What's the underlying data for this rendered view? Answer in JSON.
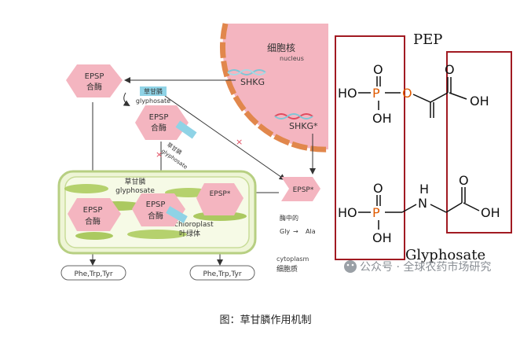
{
  "nucleus": {
    "label_cn": "细胞核",
    "label_en": "nucleus",
    "gene": "SHKG",
    "gene_mut": "SHKG*"
  },
  "enzymes": {
    "epsp": "EPSP",
    "hemei": "合酶",
    "epsp_star": "EPSP*"
  },
  "herbicide": {
    "cn": "草甘膦",
    "en": "glyphosate"
  },
  "chloroplast": {
    "en": "chloroplast",
    "cn": "叶绿体"
  },
  "metabolism": {
    "enzyme_label": "酶中的",
    "from": "Gly",
    "arrow": "→",
    "to": "Ala"
  },
  "cytoplasm": {
    "en": "cytoplasm",
    "cn": "细胞质"
  },
  "products": "Phe,Trp,Tyr",
  "chemistry": {
    "pep_title": "PEP",
    "glyphosate_title": "Glyphosate",
    "atoms": {
      "HO": "HO",
      "OH": "OH",
      "P": "P",
      "O": "O",
      "N": "N",
      "H": "H"
    }
  },
  "watermark": "公众号 · 全球农药市场研究",
  "caption": "图：草甘膦作用机制"
}
